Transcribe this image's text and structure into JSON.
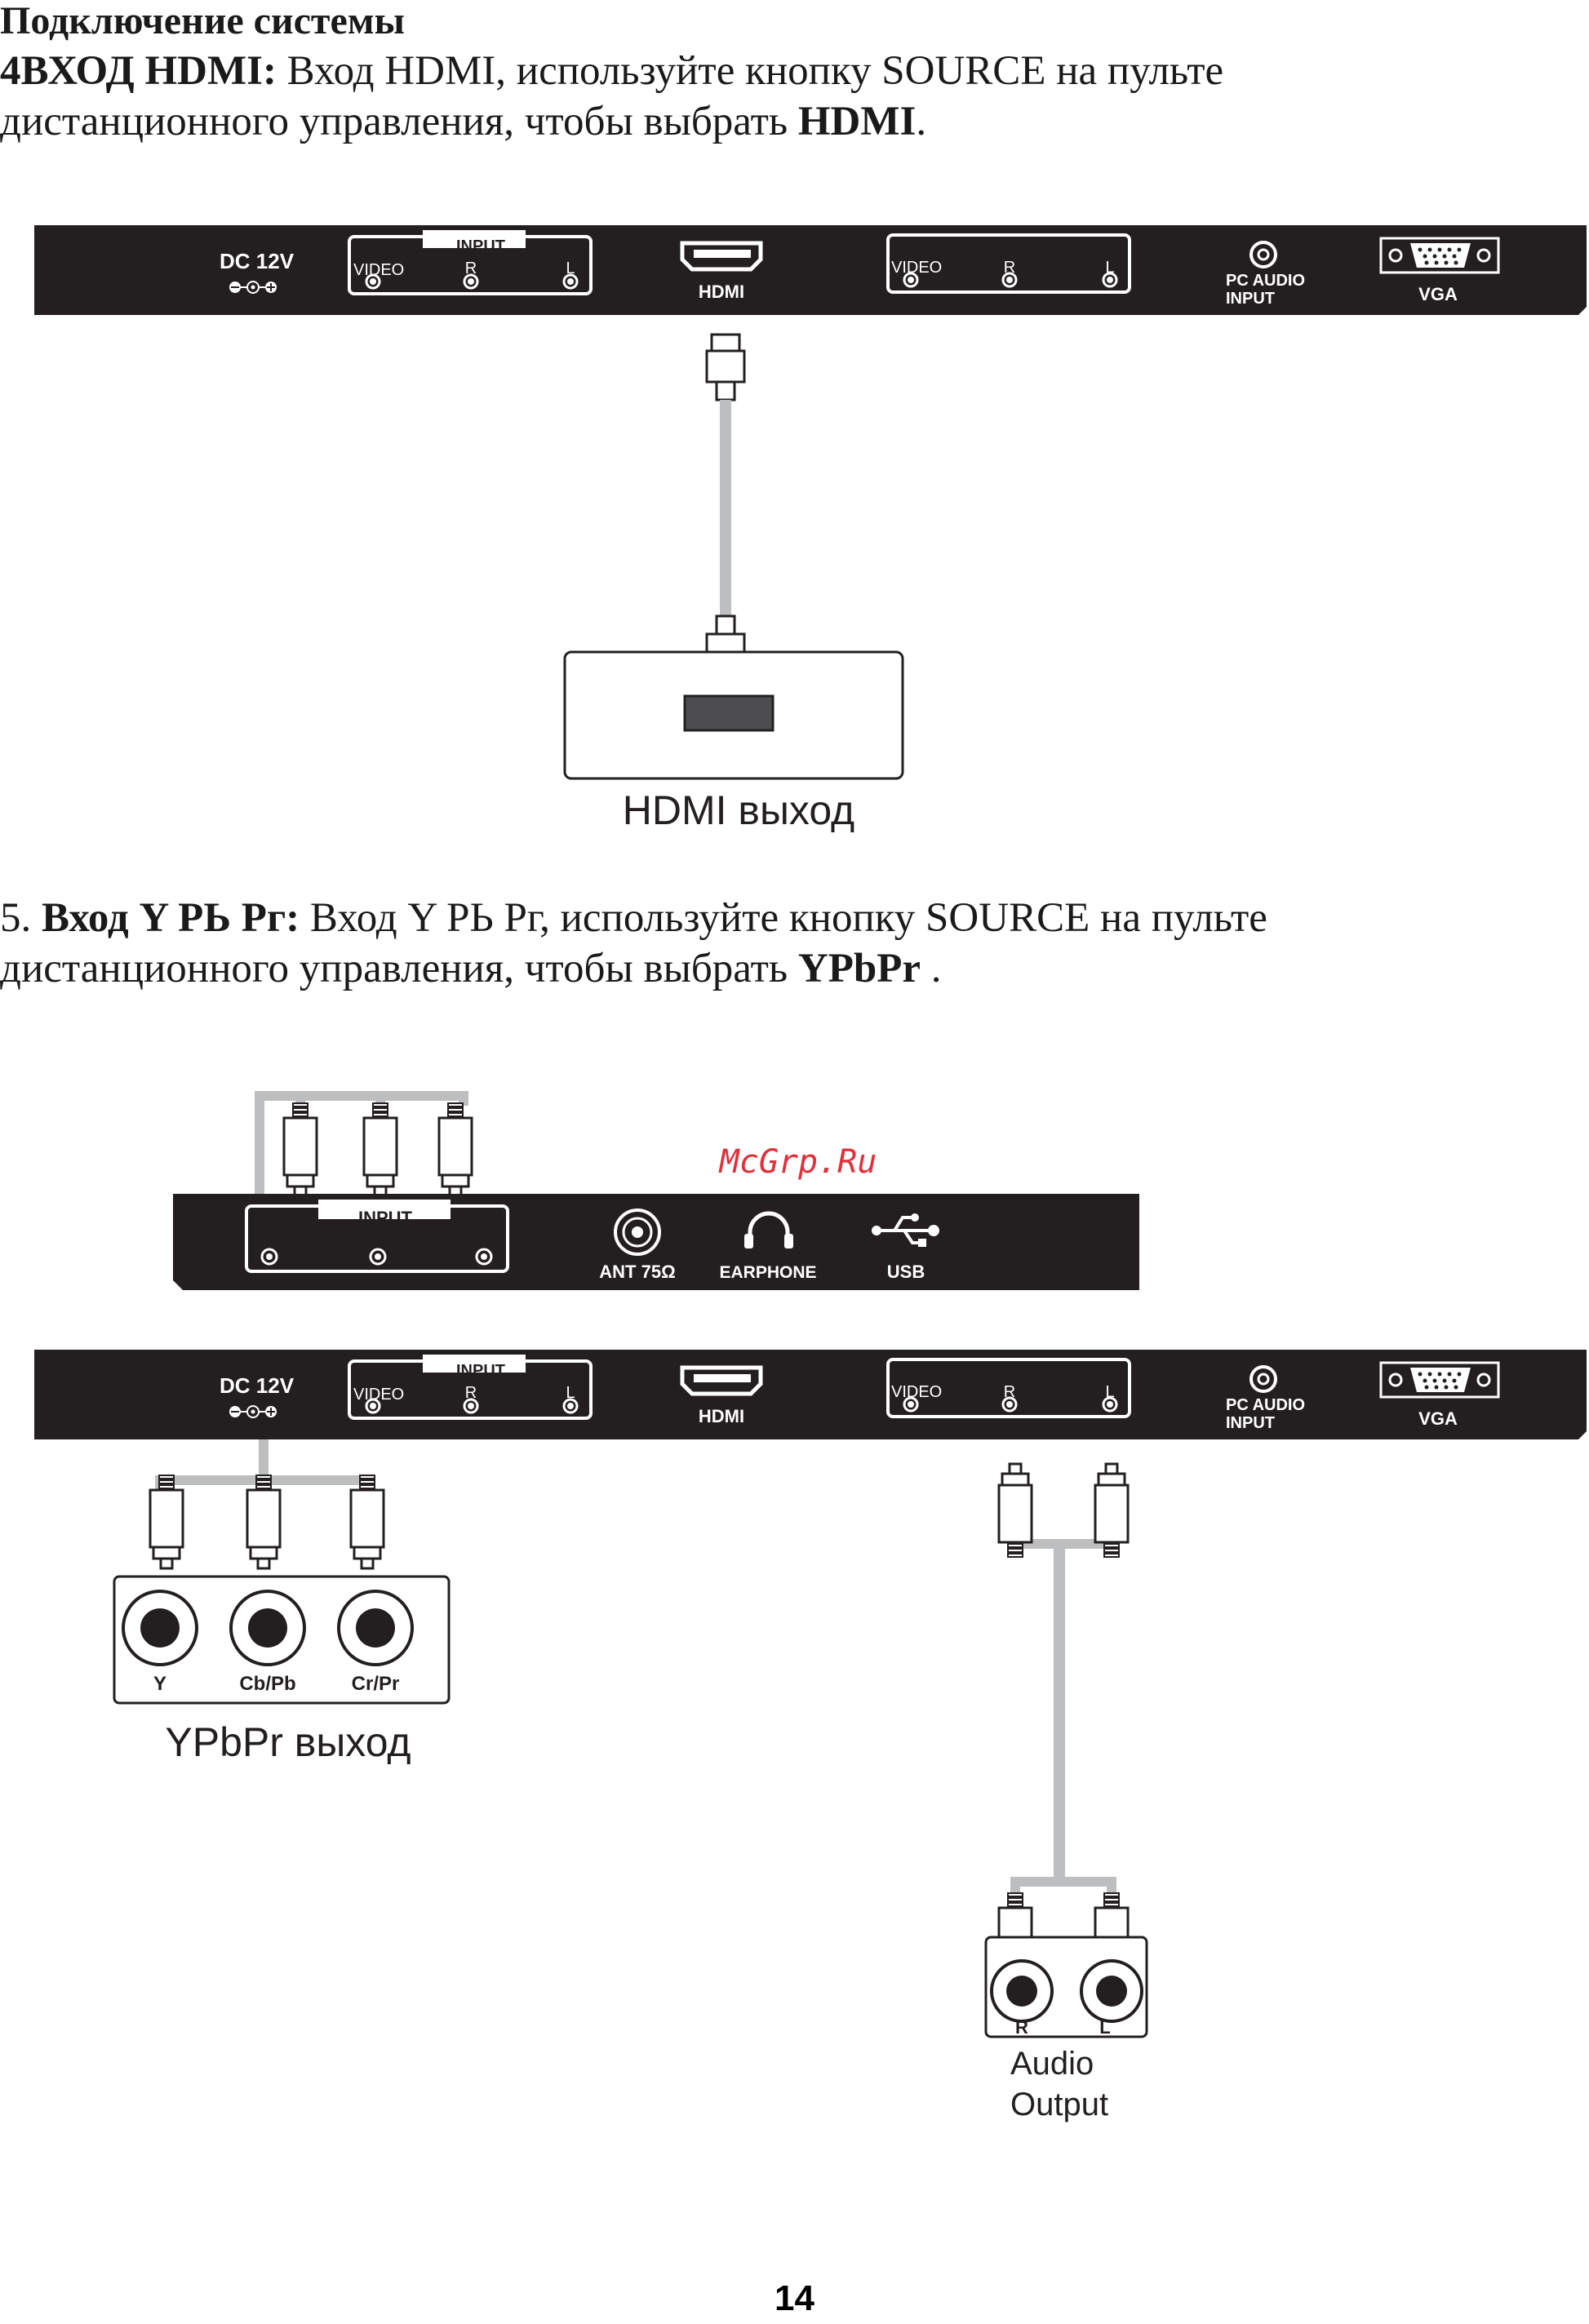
{
  "header": {
    "title": "Подключение системы"
  },
  "section4": {
    "number": "4",
    "title": "ВХОД HDMI:",
    "line1_text": " Вход HDMI, используйте кнопку SOURCE на пульте",
    "line2_text": "дистанционного управления, чтобы выбрать ",
    "line2_bold": "HDMI",
    "line2_end": "."
  },
  "section5": {
    "number": "5.",
    "title": "Вход Y РЬ Рг:",
    "line1_text": " Вход Y РЬ Рг, используйте кнопку SOURCE на пульте",
    "line2_text": "дистанционного управления, чтобы выбрать ",
    "line2_bold": "YPbPr",
    "line2_end": " ."
  },
  "tv_panel": {
    "dc_label": "DC  12V",
    "input_label": "INPUT",
    "video_label": "VIDEO",
    "r_label": "R",
    "l_label": "L",
    "hdmi_label": "HDMI",
    "pc_audio_label_1": "PC AUDIO",
    "pc_audio_label_2": "INPUT",
    "vga_label": "VGA"
  },
  "side_panel": {
    "input_label": "INPUT",
    "ant_label": "ANT 75Ω",
    "earphone_label": "EARPHONE",
    "usb_label": "USB"
  },
  "hdmi_source": {
    "label": "HDMI выход"
  },
  "ypbpr_source": {
    "y_label": "Y",
    "cb_label": "Cb/Pb",
    "cr_label": "Cr/Pr",
    "label": "YPbPr выход"
  },
  "audio_source": {
    "r_label": "R",
    "l_label": "L",
    "label_1": "Audio",
    "label_2": "Output"
  },
  "watermark": "McGrp.Ru",
  "page_number": "14",
  "colors": {
    "panel": "#231f20",
    "cable": "#bcbec0",
    "accent": "#e0303a"
  }
}
